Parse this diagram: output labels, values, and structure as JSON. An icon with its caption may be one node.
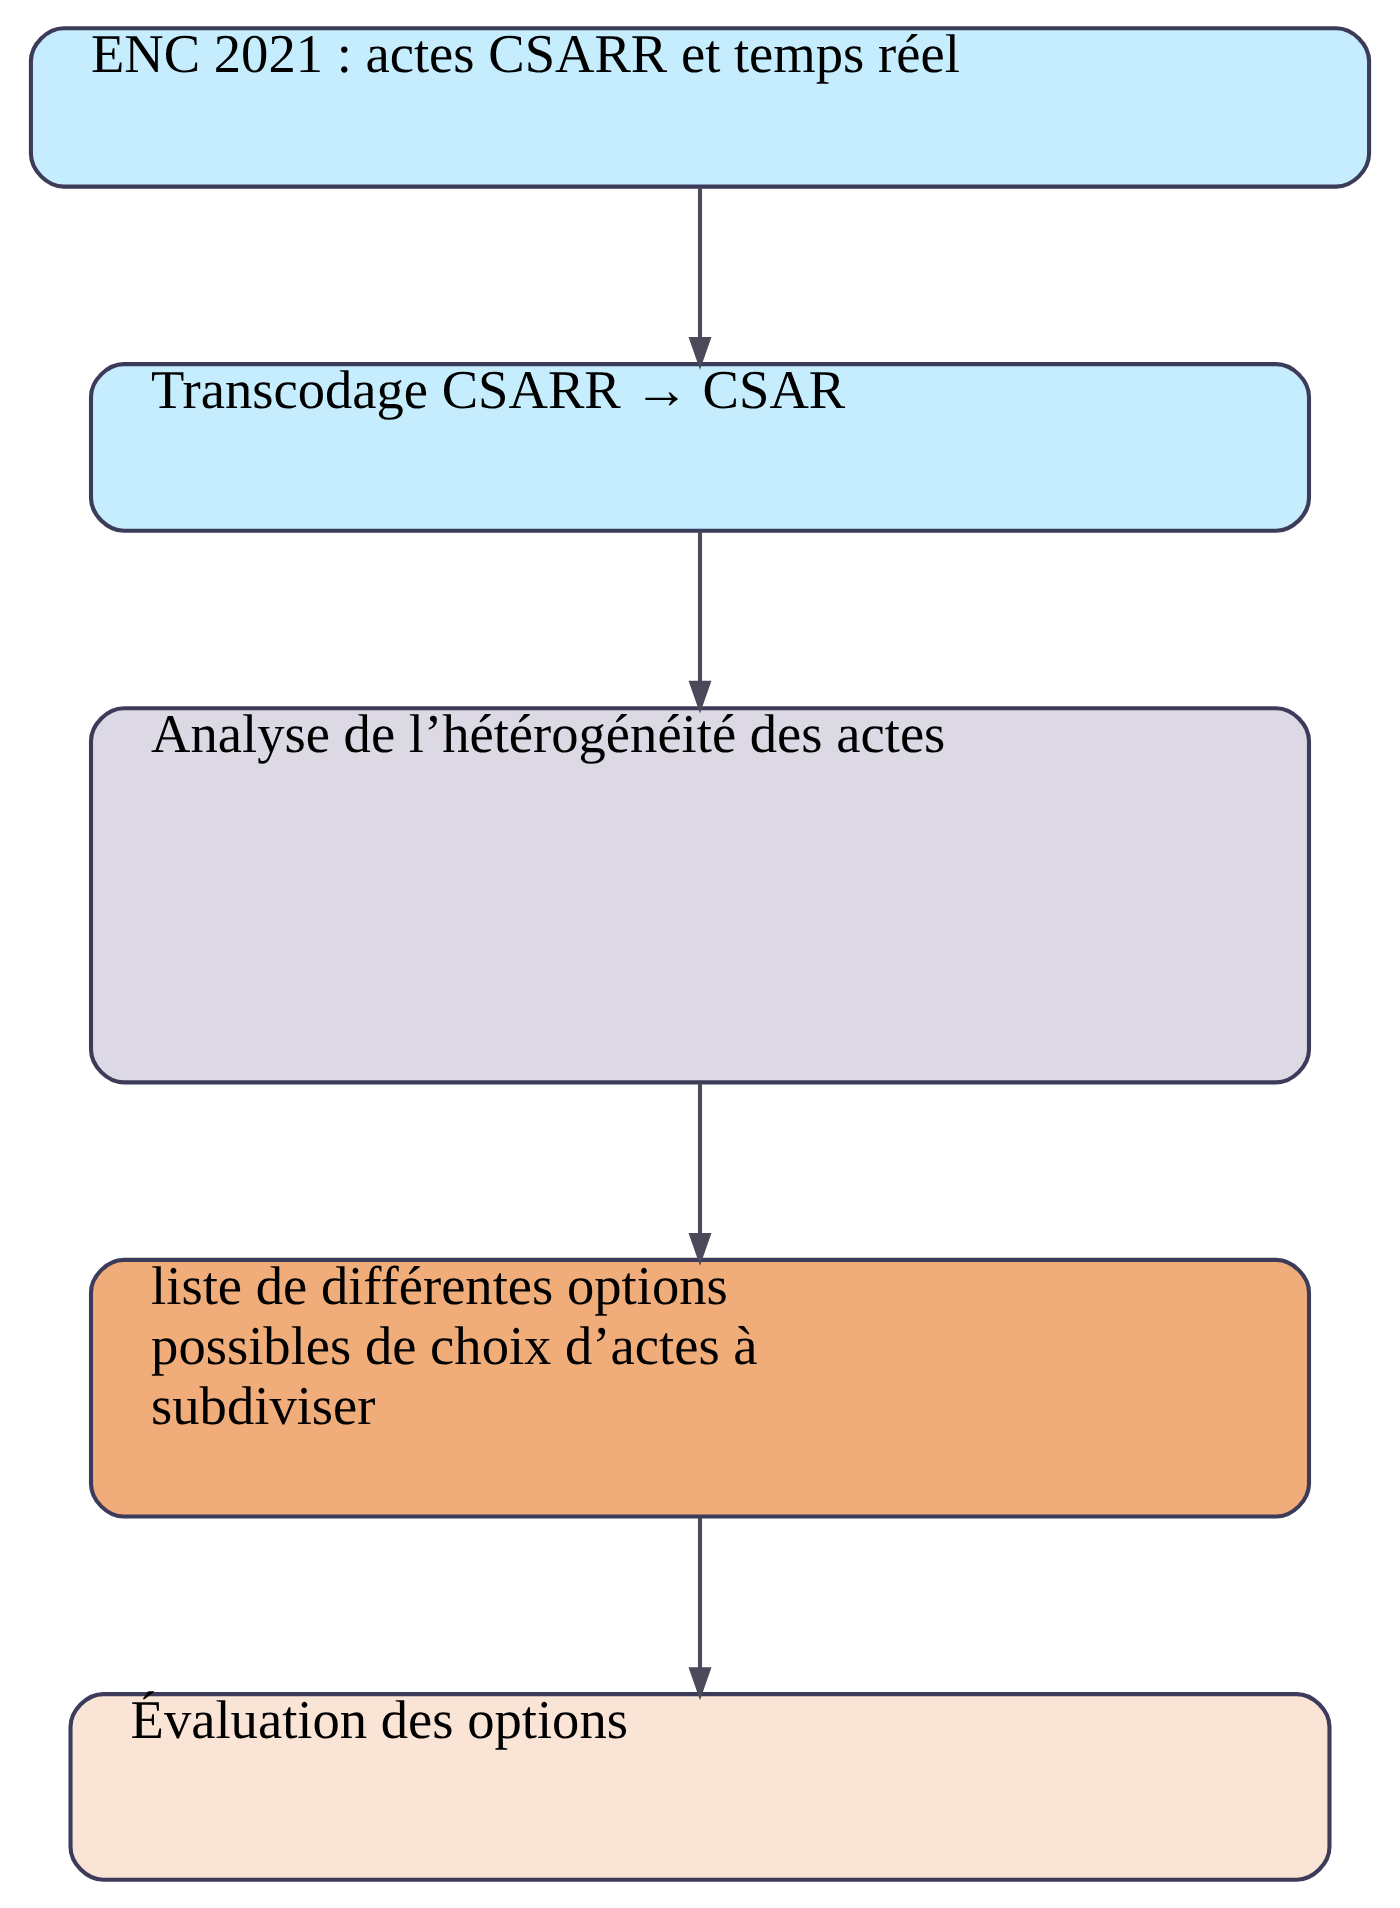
{
  "diagram": {
    "nodes": [
      {
        "text": [
          "ENC 2021 : actes CSARR et temps réel"
        ]
      },
      {
        "text": [
          "Transcodage CSARR → CSAR"
        ]
      },
      {
        "text": [
          "Analyse de l’hétérogénéité des actes"
        ]
      },
      {
        "text": [
          "liste de différentes options possibles de choix d’actes à subdiviser"
        ]
      },
      {
        "text": [
          "Évaluation des options"
        ]
      }
    ],
    "edges": [
      {
        "from": 0,
        "to": 1,
        "arrow": "to"
      },
      {
        "from": 1,
        "to": 2,
        "arrow": "to"
      },
      {
        "from": 2,
        "to": 3,
        "arrow": "to"
      },
      {
        "from": 3,
        "to": 4,
        "arrow": "to"
      }
    ]
  }
}
